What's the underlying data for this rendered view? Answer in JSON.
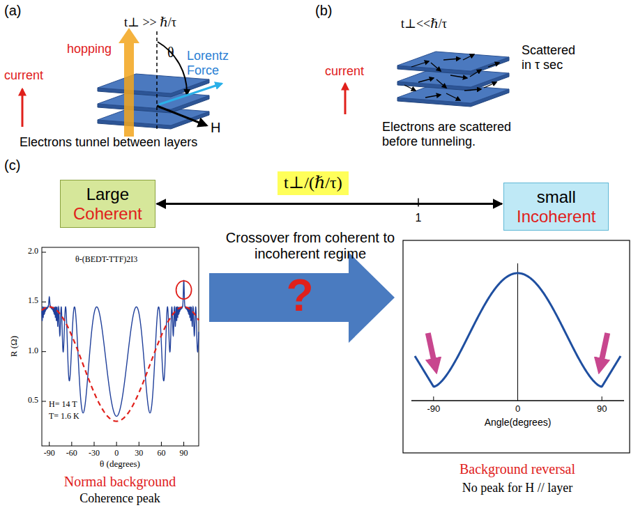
{
  "diagram": {
    "nodes": [
      {
        "text": [
          "Large",
          "Coherent"
        ]
      },
      {
        "text": [
          "t⊥/(ℏ/τ)"
        ]
      },
      {
        "text": [
          "small",
          "Incoherent"
        ]
      }
    ],
    "edges": [
      {
        "from": 0,
        "to": 2,
        "arrow": "both"
      }
    ],
    "labels": [
      "(a)",
      "t⊥ >> ℏ/τ",
      "hopping",
      "θ",
      "Lorentz Force",
      "current",
      "H",
      "Electrons tunnel between layers",
      "(b)",
      "t⊥<<ℏ/τ",
      "current",
      "Scattered in τ sec",
      "Electrons are scattered before tunneling.",
      "(c)",
      "1",
      "θ-(BEDT-TTF)2I3",
      "2.0",
      "1.5",
      "1.0",
      "0.5",
      "R (Ω)",
      "-90",
      "-60",
      "-30",
      "0",
      "30",
      "60",
      "90",
      "θ (degrees)",
      "H= 14 T",
      "T= 1.6 K",
      "Normal background",
      "Coherence peak",
      "Crossover from coherent to incoherent regime",
      "?",
      "-90",
      "0",
      "90",
      "Angle(degrees)",
      "Background reversal",
      "No peak for H // layer"
    ]
  }
}
